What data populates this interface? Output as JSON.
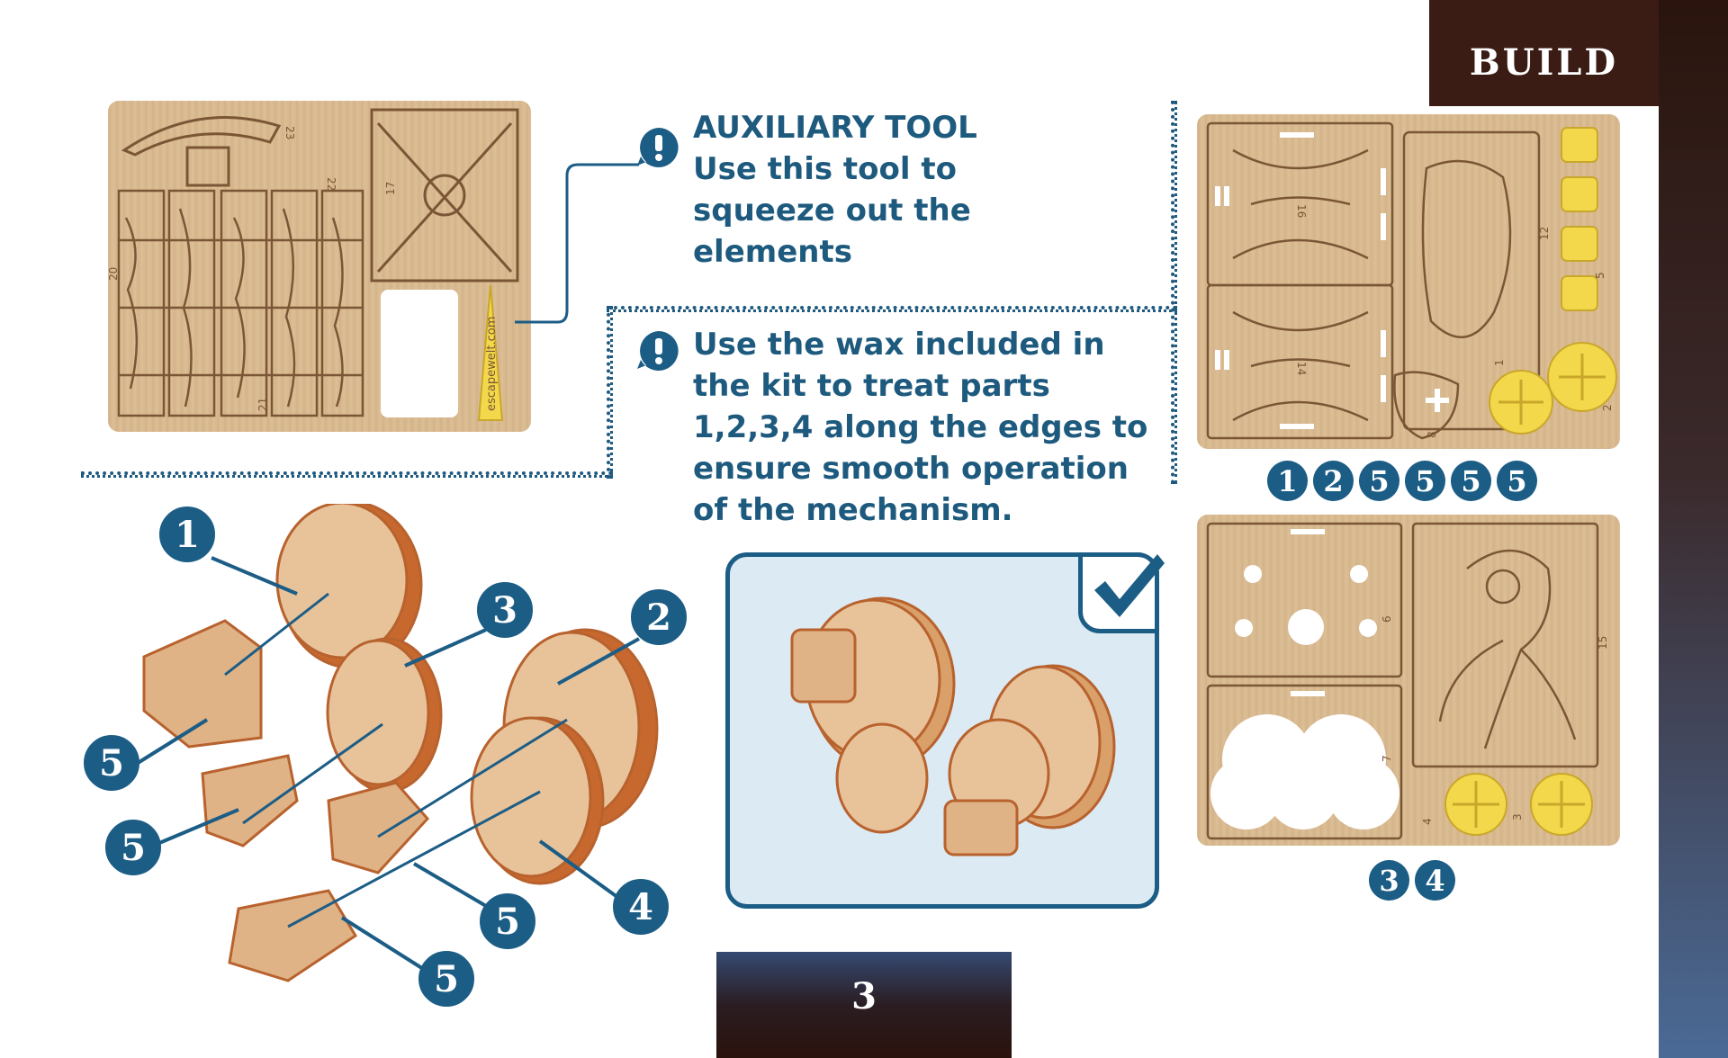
{
  "header": {
    "section_label": "BUILD"
  },
  "footer": {
    "page_number": "3"
  },
  "notes": {
    "tool_title": "AUXILIARY TOOL",
    "tool_text": "Use this tool to squeeze out the elements",
    "wax_text": "Use the wax included in the kit to treat parts 1,2,3,4 along the edges to ensure smooth operation of the mechanism."
  },
  "sheet_labels": {
    "sheet_a_parts": [
      "1",
      "2",
      "5",
      "5",
      "5",
      "5"
    ],
    "sheet_b_parts": [
      "3",
      "4"
    ]
  },
  "tool_sheet": {
    "brand": "escapewelt.com",
    "part_numbers": [
      "23",
      "20",
      "22",
      "17",
      "21"
    ]
  },
  "sheet_a_numbers": [
    "16",
    "14",
    "12",
    "5",
    "1",
    "2",
    "8"
  ],
  "sheet_b_numbers": [
    "6",
    "15",
    "7",
    "4",
    "3"
  ],
  "assembly_callouts": [
    {
      "label": "1"
    },
    {
      "label": "3"
    },
    {
      "label": "2"
    },
    {
      "label": "5"
    },
    {
      "label": "5"
    },
    {
      "label": "5"
    },
    {
      "label": "4"
    },
    {
      "label": "5"
    }
  ],
  "colors": {
    "navy": "#1c5d86",
    "wood": "#d8b88f",
    "gold": "#f2d84a",
    "dark_brown": "#3a1c14"
  },
  "icons": [
    "warning-icon",
    "checkmark-icon"
  ]
}
